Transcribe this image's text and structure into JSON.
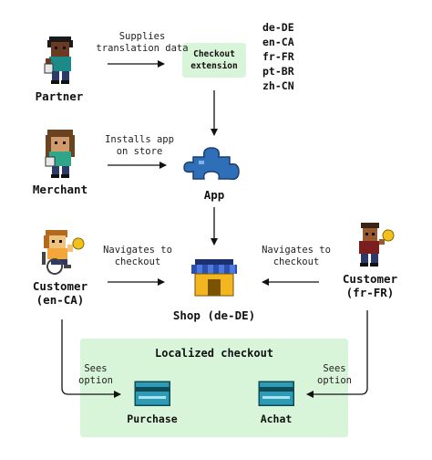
{
  "actors": {
    "partner": {
      "name": "Partner"
    },
    "merchant": {
      "name": "Merchant"
    },
    "customer_left": {
      "name": "Customer\n(en-CA)"
    },
    "customer_right": {
      "name": "Customer\n(fr-FR)"
    }
  },
  "nodes": {
    "checkout_extension": "Checkout\nextension",
    "app": "App",
    "shop": "Shop (de-DE)",
    "localized_checkout": "Localized checkout",
    "purchase": "Purchase",
    "achat": "Achat"
  },
  "edges": {
    "partner_to_extension": "Supplies\ntranslation data",
    "merchant_to_app": "Installs app\non store",
    "customer_left_to_shop": "Navigates to\ncheckout",
    "customer_right_to_shop": "Navigates to\ncheckout",
    "sees_option_left": "Sees\noption",
    "sees_option_right": "Sees\noption"
  },
  "locales": [
    "de-DE",
    "en-CA",
    "fr-FR",
    "pt-BR",
    "zh-CN"
  ],
  "colors": {
    "accent_green": "#d9f5d9",
    "puzzle_blue": "#2f6fb8",
    "card_teal": "#2e9bb6",
    "awning_blue": "#2c4fb0",
    "shop_gold": "#f3b520"
  },
  "icons": [
    "partner-avatar-icon",
    "merchant-avatar-icon",
    "customer-wheelchair-avatar-icon",
    "customer-avatar-icon",
    "puzzle-piece-icon",
    "shop-storefront-icon",
    "credit-card-icon"
  ]
}
